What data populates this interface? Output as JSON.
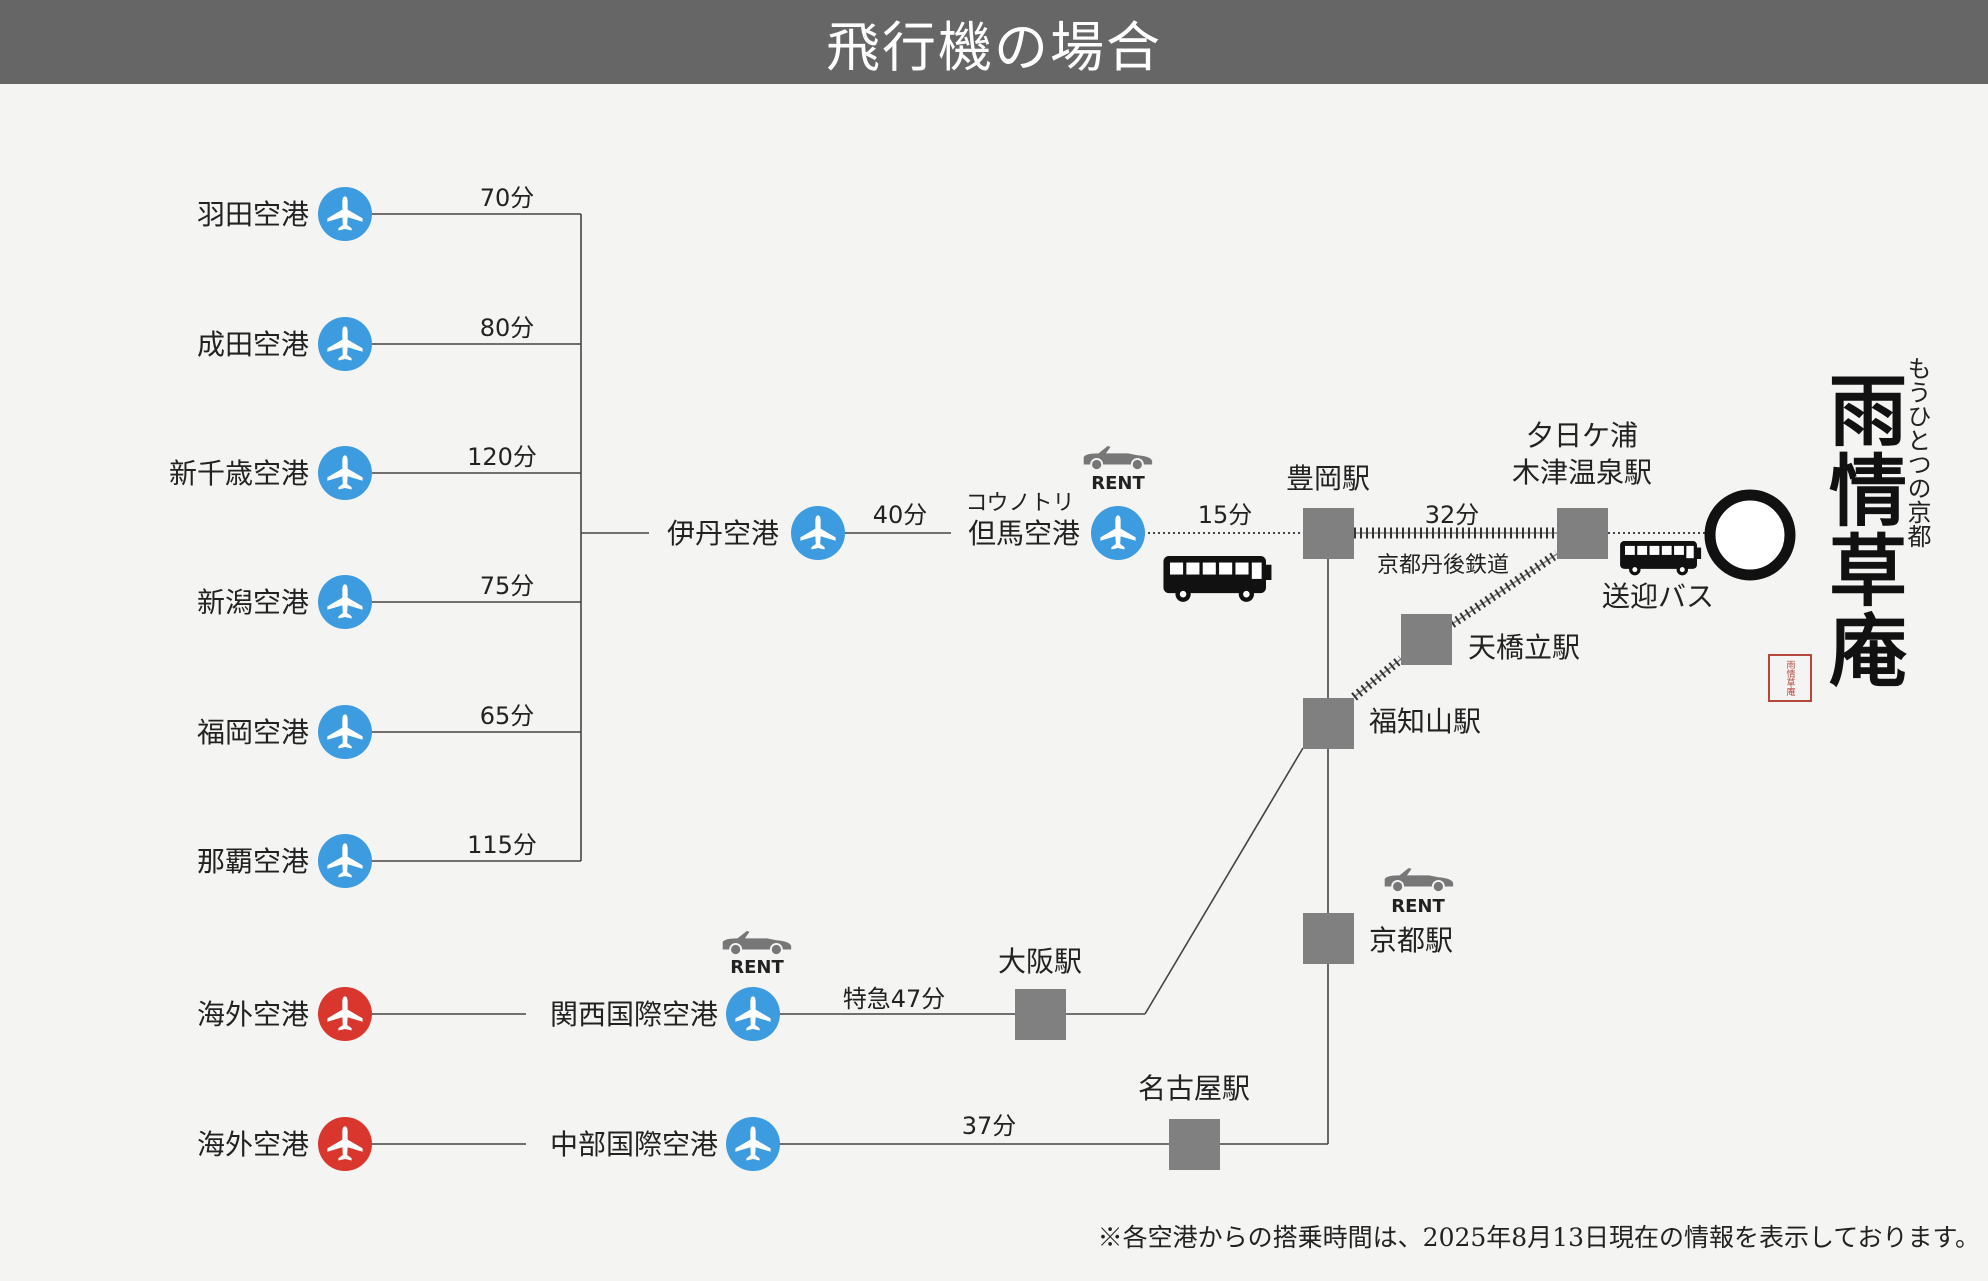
{
  "header": {
    "title": "飛行機の場合"
  },
  "colors": {
    "domestic_airport": "#3d9be0",
    "overseas_airport": "#d9372e",
    "station": "#808080",
    "header_bg": "#666666"
  },
  "domestic_airports": [
    {
      "name": "羽田空港",
      "minutes": "70分"
    },
    {
      "name": "成田空港",
      "minutes": "80分"
    },
    {
      "name": "新千歳空港",
      "minutes": "120分"
    },
    {
      "name": "新潟空港",
      "minutes": "75分"
    },
    {
      "name": "福岡空港",
      "minutes": "65分"
    },
    {
      "name": "那覇空港",
      "minutes": "115分"
    }
  ],
  "itami": {
    "name": "伊丹空港",
    "minutes": "40分"
  },
  "tajima": {
    "line1": "コウノトリ",
    "line2": "但馬空港",
    "rent": "RENT",
    "minutes": "15分"
  },
  "stations": {
    "toyooka": "豊岡駅",
    "yuhigaura_line1": "夕日ケ浦",
    "yuhigaura_line2": "木津温泉駅",
    "amanohashidate": "天橋立駅",
    "fukuchiyama": "福知山駅",
    "kyoto": "京都駅",
    "osaka": "大阪駅",
    "nagoya": "名古屋駅"
  },
  "rail": {
    "minutes": "32分",
    "name": "京都丹後鉄道"
  },
  "shuttle": {
    "label": "送迎バス"
  },
  "kyoto_rent": "RENT",
  "overseas": [
    {
      "name": "海外空港",
      "via": "関西国際空港",
      "rent": "RENT",
      "express": "特急47分"
    },
    {
      "name": "海外空港",
      "via": "中部国際空港",
      "minutes": "37分"
    }
  ],
  "logo": {
    "title": "雨情草庵",
    "subtitle": "もうひとつの京都",
    "seal": "雨情草庵"
  },
  "footnote": "※各空港からの搭乗時間は、2025年8月13日現在の情報を表示しております。"
}
